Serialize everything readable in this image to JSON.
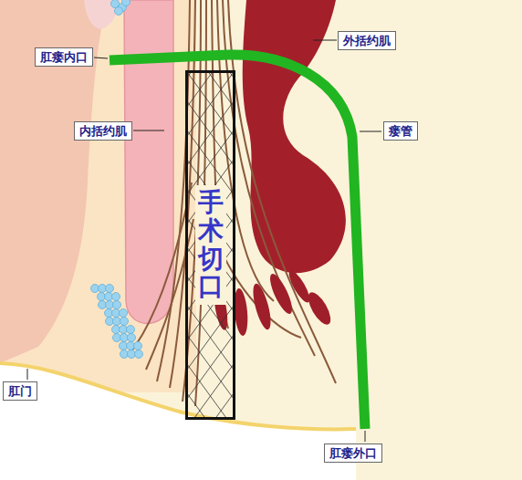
{
  "diagram": {
    "nodes": [
      {
        "text": [
          "外括约肌"
        ]
      },
      {
        "text": [
          "肛瘘内口"
        ]
      },
      {
        "text": [
          "手术切口"
        ]
      },
      {
        "text": [
          "内括约肌"
        ]
      },
      {
        "text": [
          "瘘管"
        ]
      },
      {
        "text": [
          "肛门"
        ]
      },
      {
        "text": [
          "肛瘘外口"
        ]
      }
    ]
  }
}
